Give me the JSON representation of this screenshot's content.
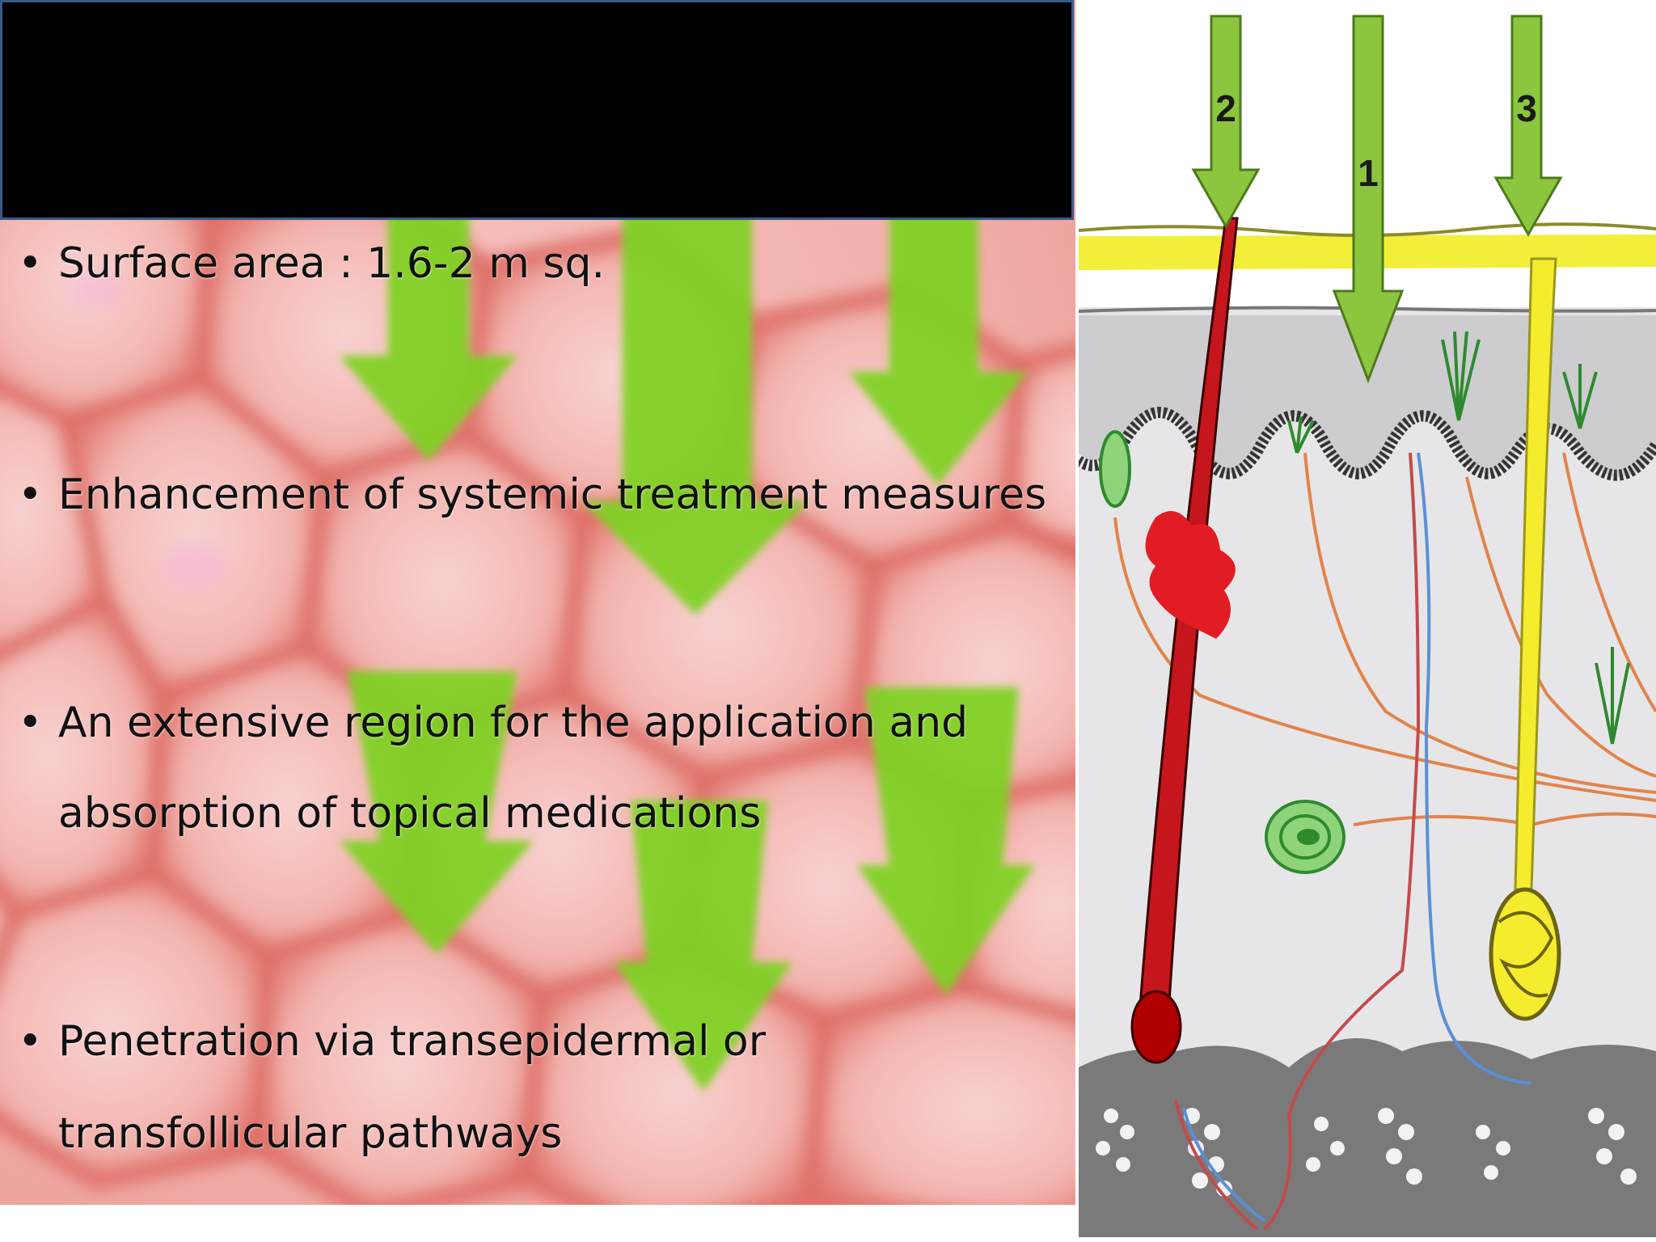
{
  "slide": {
    "title": "",
    "bullets": [
      {
        "lines": [
          "Surface area  : 1.6-2 m sq."
        ]
      },
      {
        "lines": [
          "Enhancement of systemic treatment measures"
        ]
      },
      {
        "lines": [
          "An extensive region for the application and",
          "absorption of topical medications"
        ]
      },
      {
        "lines": [
          "Penetration via transepidermal or",
          "transfollicular pathways"
        ]
      }
    ]
  },
  "diagram": {
    "arrow_labels": [
      "2",
      "1",
      "3"
    ],
    "colors": {
      "arrow_green": "#8cc63f",
      "epidermis_yellow": "#f2ef3a",
      "hair_red": "#c4161c",
      "duct_yellow": "#f5ec2d",
      "dermis_gray": "#cfcfd1",
      "subcutis_gray": "#7a7a7a",
      "nerve_orange": "#e2834a",
      "vessel_blue": "#5b8fd6"
    }
  },
  "background": {
    "cell_color": "#f4c2bf",
    "cell_border": "#e27a72",
    "arrow_color": "#7ed321"
  }
}
